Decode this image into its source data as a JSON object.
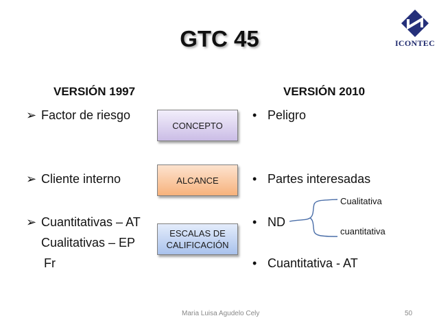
{
  "logo": {
    "text": "ICONTEC",
    "color": "#1f2a6e"
  },
  "title": "GTC 45",
  "left_column": {
    "heading": "VERSIÓN 1997",
    "bullet_glyph": "➢",
    "items": [
      {
        "text": "Factor de riesgo"
      },
      {
        "text": "Cliente interno"
      },
      {
        "text": "Cuantitativas – AT",
        "continuation": [
          "Cualitativas – EP",
          "Fr"
        ]
      }
    ]
  },
  "center_boxes": [
    {
      "label": "CONCEPTO",
      "color": "#d9cff0"
    },
    {
      "label": "ALCANCE",
      "color": "#fbc79d"
    },
    {
      "label": "ESCALAS DE CALIFICACIÓN",
      "line1": "ESCALAS DE",
      "line2": "CALIFICACIÓN",
      "color": "#c4d5f4"
    }
  ],
  "right_column": {
    "heading": "VERSIÓN 2010",
    "bullet_glyph": "•",
    "items": [
      {
        "text": "Peligro"
      },
      {
        "text": "Partes interesadas"
      },
      {
        "text": "ND",
        "branches": [
          "Cualitativa",
          "cuantitativa"
        ]
      },
      {
        "text": "Cuantitativa - AT"
      }
    ]
  },
  "footer": {
    "author": "Maria Luisa Agudelo Cely",
    "page_number": "50"
  }
}
